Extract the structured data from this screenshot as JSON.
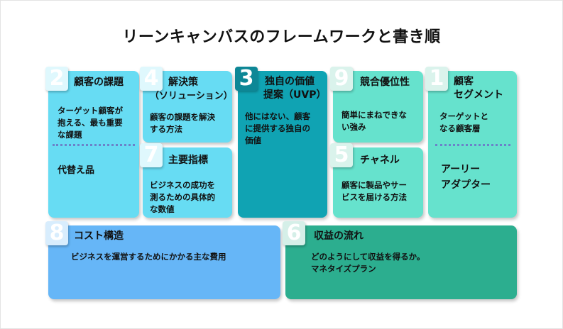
{
  "title": "リーンキャンバスのフレームワークと書き順",
  "colors": {
    "cyan": "#67dcf3",
    "dark_teal": "#10a3b3",
    "mint": "#66e2cd",
    "dark_green": "#2cae8f",
    "blue": "#66b6f7"
  },
  "boxes": {
    "problem": {
      "number": "2",
      "heading": "顧客の課題",
      "body": [
        "ターゲット顧客が",
        "抱える、最も重要",
        "な課題"
      ],
      "sub": "代替え品"
    },
    "solution": {
      "number": "4",
      "heading": [
        "解決策",
        "（ソリューション）"
      ],
      "body": [
        "顧客の課題を解決",
        "する方法"
      ]
    },
    "metrics": {
      "number": "7",
      "heading": "主要指標",
      "body": [
        "ビジネスの成功を",
        "測るための具体的",
        "な数値"
      ]
    },
    "uvp": {
      "number": "3",
      "heading": [
        "独自の価値",
        "提案（UVP）"
      ],
      "body": [
        "他にはない、顧客",
        "に提供する独自の",
        "価値"
      ]
    },
    "advantage": {
      "number": "9",
      "heading": "競合優位性",
      "body": [
        "簡単にまねできな",
        "い強み"
      ]
    },
    "channels": {
      "number": "5",
      "heading": "チャネル",
      "body": [
        "顧客に製品やサー",
        "ビスを届ける方法"
      ]
    },
    "segments": {
      "number": "1",
      "heading": [
        "顧客",
        "セグメント"
      ],
      "body": [
        "ターゲットと",
        "なる顧客層"
      ],
      "sub": [
        "アーリー",
        "アダプター"
      ]
    },
    "cost": {
      "number": "8",
      "heading": "コスト構造",
      "body": "ビジネスを運営するためにかかる主な費用"
    },
    "revenue": {
      "number": "6",
      "heading": "収益の流れ",
      "body": [
        "どのようにして収益を得るか。",
        "マネタイズプラン"
      ]
    }
  }
}
